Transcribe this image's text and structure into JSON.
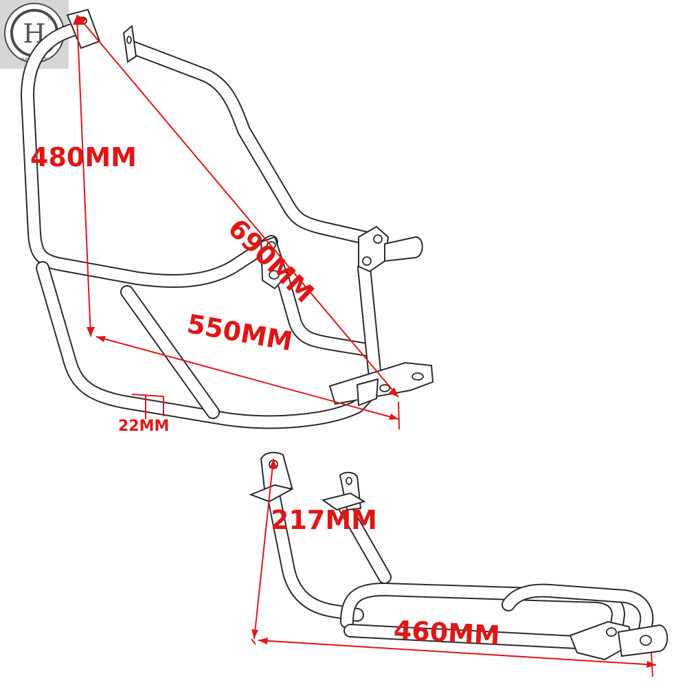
{
  "logo": {
    "letter": "H",
    "brand": "HALAZEN",
    "mark": "TM"
  },
  "dimensions": {
    "height_top": "480MM",
    "diagonal": "690MM",
    "width_top": "550MM",
    "tube_diameter": "22MM",
    "height_bottom": "217MM",
    "width_bottom": "460MM"
  },
  "colors": {
    "dimension": "#e01616",
    "line_art": "#2a2a2a",
    "logo_bg": "#d6d6d6"
  }
}
